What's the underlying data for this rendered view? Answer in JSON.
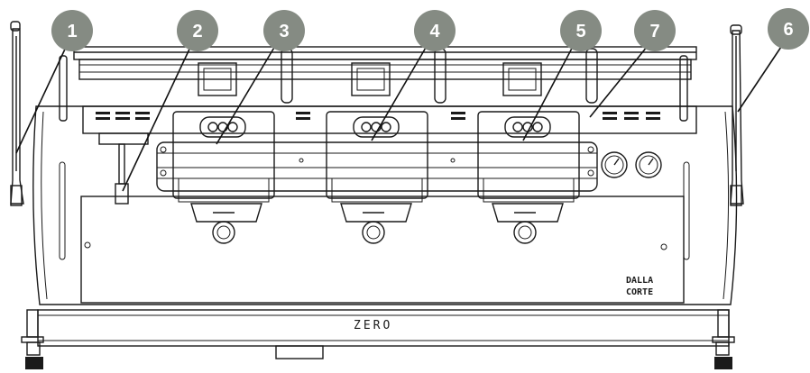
{
  "callouts": [
    {
      "number": "1"
    },
    {
      "number": "2"
    },
    {
      "number": "3"
    },
    {
      "number": "4"
    },
    {
      "number": "5"
    },
    {
      "number": "7"
    },
    {
      "number": "6"
    }
  ],
  "machine": {
    "brand_line1": "DALLA",
    "brand_line2": "CORTE",
    "model_label": "ZERO"
  },
  "colors": {
    "callout_fill": "#858b83",
    "callout_text": "#ffffff",
    "line": "#1a1a1a"
  }
}
